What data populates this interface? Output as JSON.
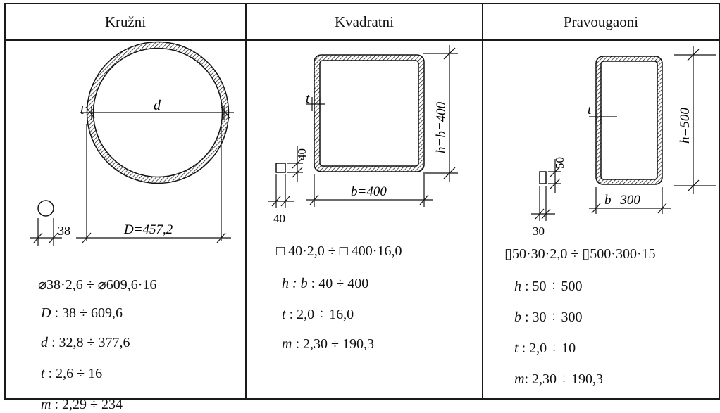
{
  "columns": [
    {
      "header": "Kružni",
      "dims": {
        "t": "t",
        "d": "d",
        "D": "D=457,2",
        "small": "38"
      },
      "range_title": "⌀38·2,6 ÷ ⌀609,6·16",
      "specs": [
        {
          "sym": "D",
          "text": " : 38 ÷ 609,6"
        },
        {
          "sym": "d",
          "text": " : 32,8 ÷ 377,6"
        },
        {
          "sym": "t",
          "text": " : 2,6 ÷ 16"
        },
        {
          "sym": "m",
          "text": " : 2,29 ÷ 234"
        }
      ]
    },
    {
      "header": "Kvadratni",
      "dims": {
        "t": "t",
        "hb": "h=b=400",
        "b": "b=400",
        "small_h": "40",
        "small_b": "40"
      },
      "range_title": "□ 40·2,0 ÷ □ 400·16,0",
      "specs": [
        {
          "sym": "h : b",
          "text": " : 40 ÷ 400"
        },
        {
          "sym": "t",
          "text": " : 2,0 ÷ 16,0"
        },
        {
          "sym": "m",
          "text": " : 2,30 ÷ 190,3"
        }
      ]
    },
    {
      "header": "Pravougaoni",
      "dims": {
        "t": "t",
        "h": "h=500",
        "b": "b=300",
        "small_h": "50",
        "small_b": "30"
      },
      "range_title": "▯50·30·2,0 ÷ ▯500·300·15",
      "specs": [
        {
          "sym": "h",
          "text": " : 50 ÷ 500"
        },
        {
          "sym": "b",
          "text": " : 30 ÷ 300"
        },
        {
          "sym": "t",
          "text": " : 2,0 ÷ 10"
        },
        {
          "sym": "m",
          "text": ": 2,30 ÷ 190,3"
        }
      ]
    }
  ]
}
